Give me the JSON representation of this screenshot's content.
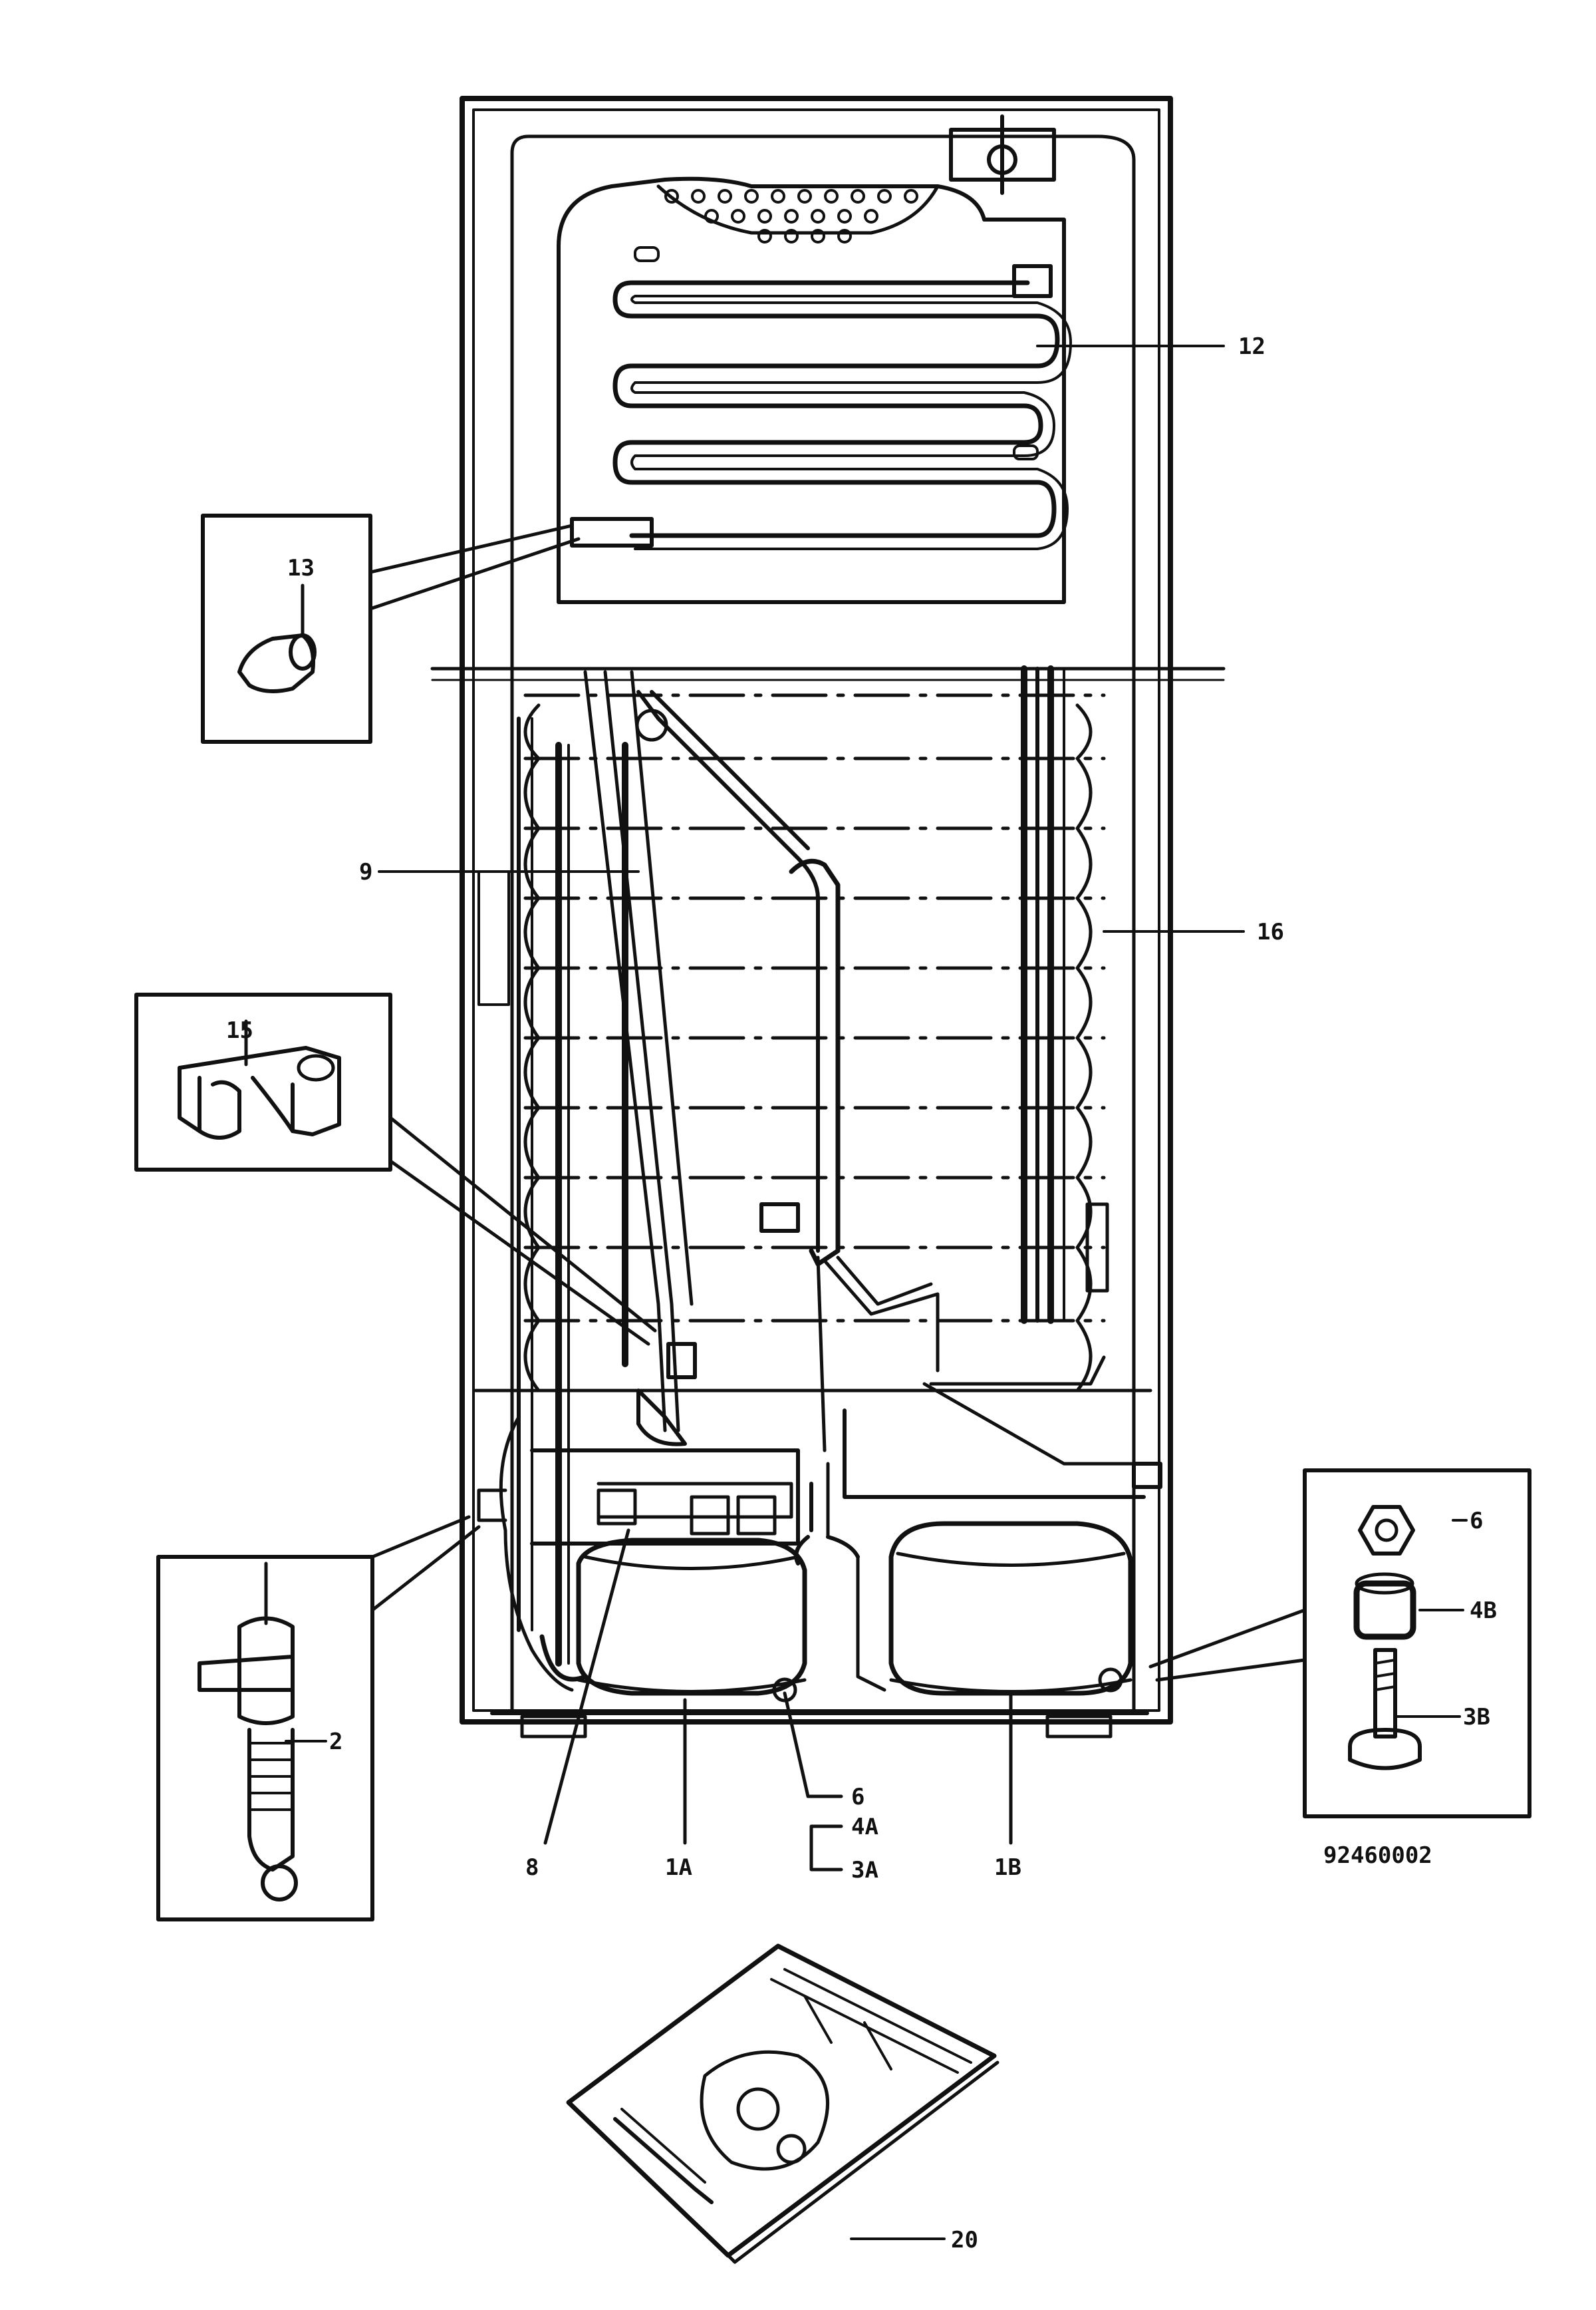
{
  "labels": {
    "part_12": "12",
    "part_13": "13",
    "part_9": "9",
    "part_16": "16",
    "part_15": "15",
    "part_6": "6",
    "part_4b": "4B",
    "part_3b": "3B",
    "part_2": "2",
    "part_8": "8",
    "part_1a": "1A",
    "part_6_lower": "6",
    "part_4a": "4A",
    "part_3a": "3A",
    "part_1b": "1B",
    "drawing_number": "92460002",
    "part_20": "20"
  },
  "colors": {
    "line": "#111111",
    "background": "#ffffff"
  }
}
